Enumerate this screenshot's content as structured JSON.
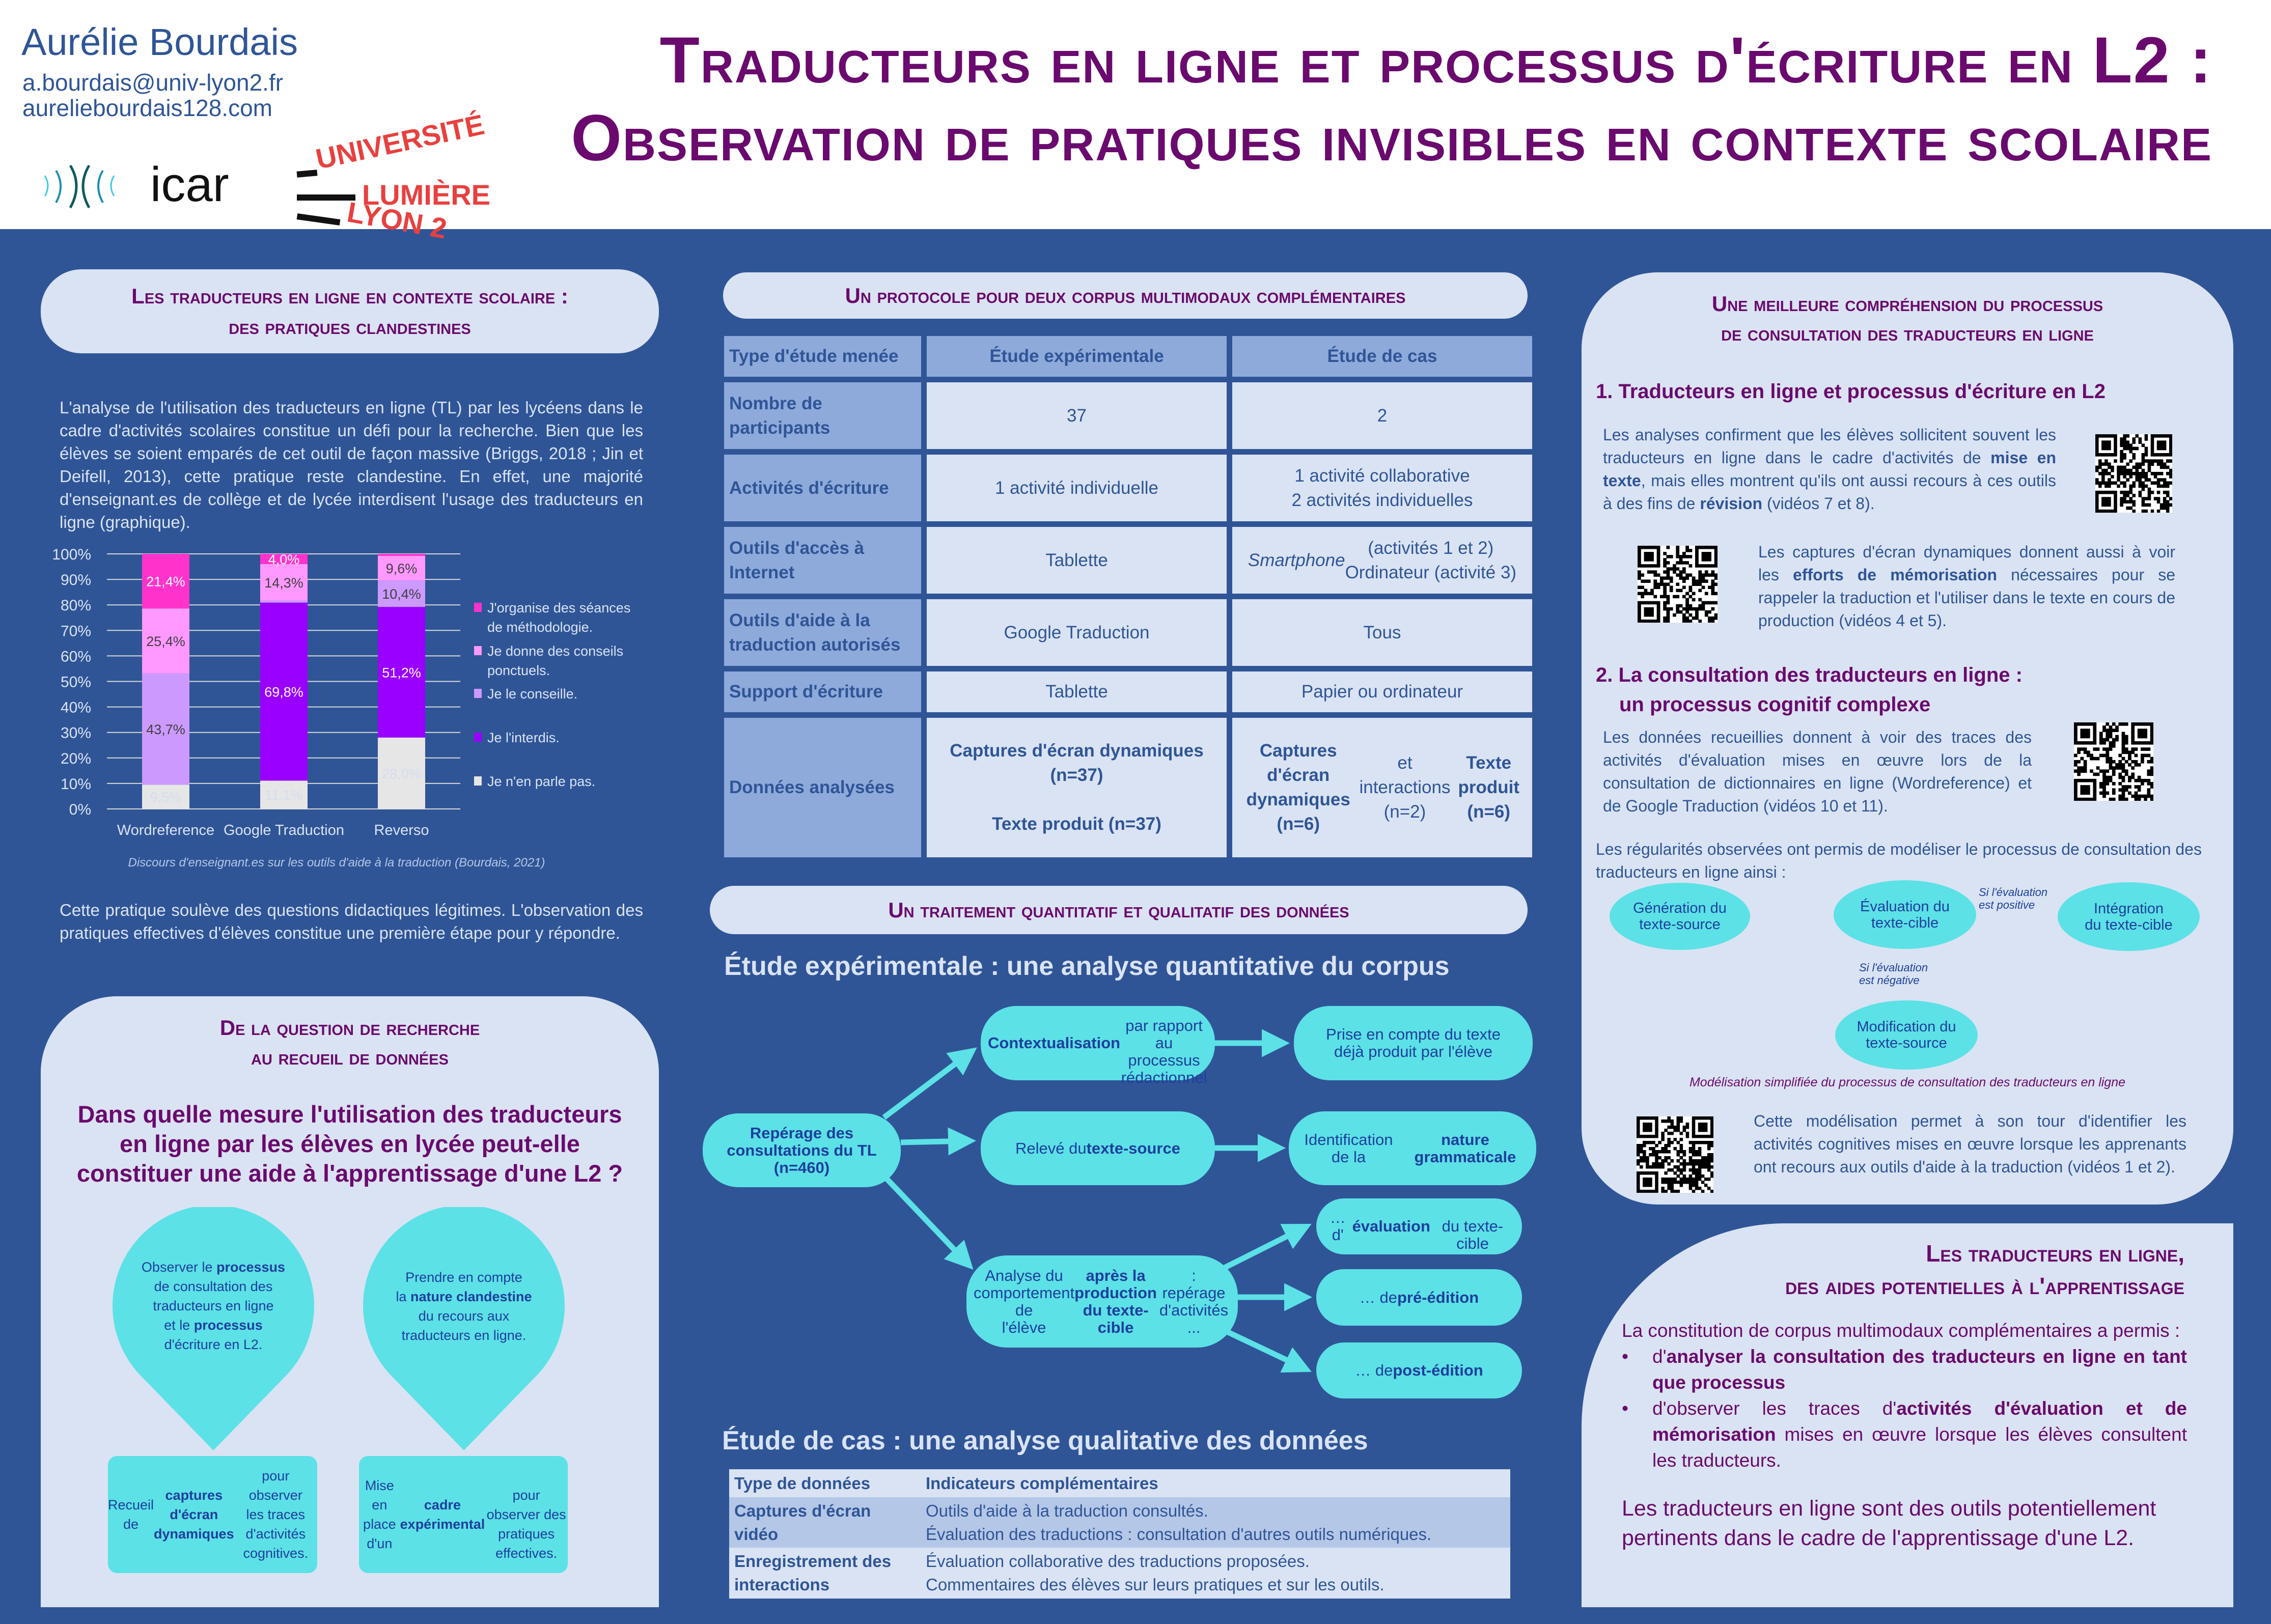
{
  "header": {
    "author": "Aurélie Bourdais",
    "email": "a.bourdais@univ-lyon2.fr",
    "website": "aureliebourdais128.com",
    "title_line1": "Traducteurs en ligne et processus d'écriture en L2 :",
    "title_line2": "Observation de pratiques invisibles en contexte scolaire",
    "logo_icar": "icar",
    "logo_lyon2": [
      "UNIVERSITÉ",
      "LUMIÈRE",
      "LYON 2"
    ]
  },
  "section1": {
    "title_line1": "Les traducteurs en ligne  en contexte scolaire :",
    "title_line2": "des pratiques clandestines",
    "intro": "L'analyse de l'utilisation des traducteurs en ligne (TL) par les lycéens dans le cadre d'activités scolaires constitue un défi pour la recherche. Bien que les élèves se soient emparés de cet outil de façon massive (Briggs, 2018 ; Jin et Deifell, 2013), cette pratique reste clandestine. En effet, une majorité d'enseignant.es de collège et de lycée interdisent l'usage des traducteurs en ligne  (graphique).",
    "outro": "Cette pratique soulève des questions didactiques légitimes. L'observation des pratiques effectives d'élèves constitue une première étape pour y répondre."
  },
  "chart_data": {
    "type": "bar",
    "stacked": true,
    "percent": true,
    "categories": [
      "Wordreference",
      "Google Traduction",
      "Reverso"
    ],
    "series": [
      {
        "name": "Je n'en parle pas.",
        "color": "#e6e6e6",
        "values": [
          9.5,
          11.1,
          28.0
        ],
        "labels": [
          "9,5%",
          "11,1%",
          "28,0%"
        ],
        "label_color": "#d4ddee"
      },
      {
        "name": "Je l'interdis.",
        "color": "#9900ff",
        "values": [
          0,
          69.8,
          51.2
        ],
        "labels": [
          null,
          "69,8%",
          "51,2%"
        ],
        "label_color": "#ffffff"
      },
      {
        "name": "Je le conseille.",
        "color": "#cc99ff",
        "values": [
          43.7,
          0.8,
          10.4
        ],
        "labels": [
          "43,7%",
          null,
          "10,4%"
        ],
        "label_color": "#404040"
      },
      {
        "name": "Je donne des conseils ponctuels.",
        "color": "#ff99ff",
        "values": [
          25.4,
          14.3,
          9.6
        ],
        "labels": [
          "25,4%",
          "14,3%",
          "9,6%"
        ],
        "label_color": "#404040"
      },
      {
        "name": "J'organise des séances de méthodologie.",
        "color": "#ff33cc",
        "values": [
          21.4,
          4.0,
          0.8
        ],
        "labels": [
          "21,4%",
          "4,0%",
          null
        ],
        "label_color": "#ffffff"
      }
    ],
    "legend_order": [
      4,
      3,
      2,
      1,
      0
    ],
    "legend_lines": [
      [
        "J'organise des séances",
        "de méthodologie."
      ],
      [
        "Je donne des conseils",
        "ponctuels."
      ],
      [
        "Je le conseille."
      ],
      [
        "Je l'interdis."
      ],
      [
        "Je n'en parle pas."
      ]
    ],
    "yticks": [
      "0%",
      "10%",
      "20%",
      "30%",
      "40%",
      "50%",
      "60%",
      "70%",
      "80%",
      "90%",
      "100%"
    ],
    "ylim": [
      0,
      100
    ],
    "grid": true,
    "legend_position": "right",
    "caption": "Discours d'enseignant.es sur les outils d'aide à la traduction (Bourdais, 2021)"
  },
  "section2": {
    "title_line1": "De la question de recherche",
    "title_line2": "au recueil de données",
    "question": "Dans quelle mesure l'utilisation des traducteurs en ligne par les élèves en lycée peut-elle constituer une aide à l'apprentissage d'une L2 ?",
    "drop1": [
      {
        "t": "Observer le "
      },
      {
        "t": "processus",
        "b": true
      },
      {
        "t": "\nde consultation des\ntraducteurs en ligne\net le "
      },
      {
        "t": "processus",
        "b": true
      },
      {
        "t": "\nd'écriture en L2."
      }
    ],
    "drop2": [
      {
        "t": "Prendre en compte\nla "
      },
      {
        "t": "nature clandestine",
        "b": true
      },
      {
        "t": "\ndu recours aux\ntraducteurs en ligne."
      }
    ],
    "box1": [
      {
        "t": "Recueil de "
      },
      {
        "t": "captures d'écran\ndynamiques",
        "b": true
      },
      {
        "t": " pour observer\nles traces d'activités\ncognitives."
      }
    ],
    "box2": [
      {
        "t": "Mise en place\nd'un "
      },
      {
        "t": "cadre expérimental",
        "b": true
      },
      {
        "t": "\npour observer des pratiques\neffectives."
      }
    ]
  },
  "protocol": {
    "title": "Un protocole pour deux corpus multimodaux complémentaires",
    "headers": [
      "Type d'étude menée",
      "Étude expérimentale",
      "Étude de cas"
    ],
    "rows": [
      [
        [
          {
            "t": "Nombre de\nparticipants"
          }
        ],
        [
          {
            "t": "37"
          }
        ],
        [
          {
            "t": "2"
          }
        ]
      ],
      [
        [
          {
            "t": "Activités d'écriture"
          }
        ],
        [
          {
            "t": "1 activité individuelle"
          }
        ],
        [
          {
            "t": "1 activité collaborative\n2 activités individuelles"
          }
        ]
      ],
      [
        [
          {
            "t": "Outils d'accès à\nInternet"
          }
        ],
        [
          {
            "t": "Tablette"
          }
        ],
        [
          {
            "t": "Smartphone",
            "i": true
          },
          {
            "t": " (activités 1 et 2)\nOrdinateur (activité 3)"
          }
        ]
      ],
      [
        [
          {
            "t": "Outils d'aide à la\ntraduction autorisés"
          }
        ],
        [
          {
            "t": "Google Traduction"
          }
        ],
        [
          {
            "t": "Tous"
          }
        ]
      ],
      [
        [
          {
            "t": "Support d'écriture"
          }
        ],
        [
          {
            "t": "Tablette"
          }
        ],
        [
          {
            "t": "Papier ou ordinateur"
          }
        ]
      ],
      [
        [
          {
            "t": "Données analysées"
          }
        ],
        [
          {
            "t": "Captures d'écran dynamiques\n(n=37)\n\nTexte produit (n=37)",
            "b": true
          }
        ],
        [
          {
            "t": "Captures d'écran dynamiques\n(n=6)",
            "b": true
          },
          {
            "t": "\net interactions (n=2)\n\n"
          },
          {
            "t": "Texte produit  (n=6)",
            "b": true
          }
        ]
      ]
    ]
  },
  "treatment": {
    "title": "Un traitement quantitatif et qualitatif des données",
    "exp_heading": "Étude expérimentale : une analyse quantitative du corpus",
    "nodes": {
      "root": [
        {
          "t": "Repérage des\nconsultations du TL\n(n=460)",
          "b": true
        }
      ],
      "context": [
        {
          "t": "Contextualisation",
          "b": true
        },
        {
          "t": "\npar rapport au\nprocessus rédactionnel"
        }
      ],
      "prise": [
        {
          "t": "Prise en compte du texte\ndéjà produit par l'élève"
        }
      ],
      "releve": [
        {
          "t": "Relevé du "
        },
        {
          "t": "texte-source",
          "b": true
        }
      ],
      "ident": [
        {
          "t": "Identification de la\n"
        },
        {
          "t": "nature grammaticale",
          "b": true
        }
      ],
      "analyse": [
        {
          "t": "Analyse du comportement de\nl'élève "
        },
        {
          "t": "après la production\ndu texte-cible",
          "b": true
        },
        {
          "t": " :\nrepérage d'activités ..."
        }
      ],
      "eval": [
        {
          "t": "…  d'"
        },
        {
          "t": "évaluation",
          "b": true
        },
        {
          "t": "\ndu texte-cible"
        }
      ],
      "pre": [
        {
          "t": "…  de "
        },
        {
          "t": "pré-édition",
          "b": true
        }
      ],
      "post": [
        {
          "t": "…  de "
        },
        {
          "t": "post-édition",
          "b": true
        }
      ]
    },
    "case_heading": "Étude de cas : une analyse qualitative des données",
    "case_table": {
      "headers": [
        "Type de données",
        "Indicateurs complémentaires"
      ],
      "rows": [
        {
          "type": "Captures d'écran\nvidéo",
          "indicators": "Outils d'aide à la traduction consultés.\nÉvaluation des traductions : consultation d'autres outils numériques."
        },
        {
          "type": "Enregistrement des\ninteractions",
          "indicators": "Évaluation collaborative des traductions proposées.\nCommentaires des élèves sur leurs pratiques et sur les outils."
        }
      ]
    }
  },
  "understanding": {
    "title_line1": "Une meilleure compréhension du processus",
    "title_line2": "de consultation des traducteurs en ligne",
    "h1": "1. Traducteurs en ligne et processus d'écriture en L2",
    "p1": [
      {
        "t": "Les analyses confirment que les élèves sollicitent souvent les traducteurs en ligne dans le cadre d'activités de "
      },
      {
        "t": "mise en texte",
        "b": true
      },
      {
        "t": ", mais elles montrent qu'ils ont aussi recours à ces outils à des fins de "
      },
      {
        "t": "révision",
        "b": true
      },
      {
        "t": " (vidéos 7 et 8)."
      }
    ],
    "p2": [
      {
        "t": "Les captures d'écran dynamiques donnent aussi à voir les "
      },
      {
        "t": "efforts de mémorisation",
        "b": true
      },
      {
        "t": " nécessaires pour se rappeler la traduction et l'utiliser dans le texte en cours de production (vidéos 4 et 5)."
      }
    ],
    "h2_line1": "2. La consultation des traducteurs en ligne :",
    "h2_line2": "un processus cognitif complexe",
    "p3": "Les données recueillies donnent à voir des traces des activités d'évaluation mises en œuvre lors de la consultation de dictionnaires en ligne (Wordreference) et de Google Traduction (vidéos 10 et 11).",
    "p4": "Les régularités observées ont permis de modéliser le processus de consultation des traducteurs en ligne ainsi :",
    "model": {
      "generation": "Génération du\ntexte-source",
      "evaluation": "Évaluation du\ntexte-cible",
      "integration": "Intégration\ndu texte-cible",
      "modification": "Modification du\ntexte-source",
      "positive": "Si l'évaluation\nest positive",
      "negative": "Si l'évaluation\nest négative",
      "caption": "Modélisation simplifiée du processus de consultation des traducteurs en ligne"
    },
    "p5": "Cette modélisation permet à son tour d'identifier les activités cognitives mises en œuvre lorsque les apprenants ont recours aux outils d'aide à la traduction (vidéos 1 et 2)."
  },
  "conclusion": {
    "title_line1": "Les traducteurs en ligne,",
    "title_line2": "des aides potentielles à l'apprentissage",
    "intro": "La constitution de corpus multimodaux complémentaires a permis :",
    "bullets": [
      [
        {
          "t": "d'"
        },
        {
          "t": "analyser la consultation des traducteurs en ligne en tant que processus",
          "b": true
        }
      ],
      [
        {
          "t": "d'observer les traces d'"
        },
        {
          "t": "activités d'évaluation et de mémorisation",
          "b": true
        },
        {
          "t": " mises en œuvre lorsque les élèves consultent les traducteurs."
        }
      ]
    ],
    "final": "Les traducteurs en ligne sont des outils potentiellement pertinents dans le cadre de l'apprentissage d'une L2."
  }
}
